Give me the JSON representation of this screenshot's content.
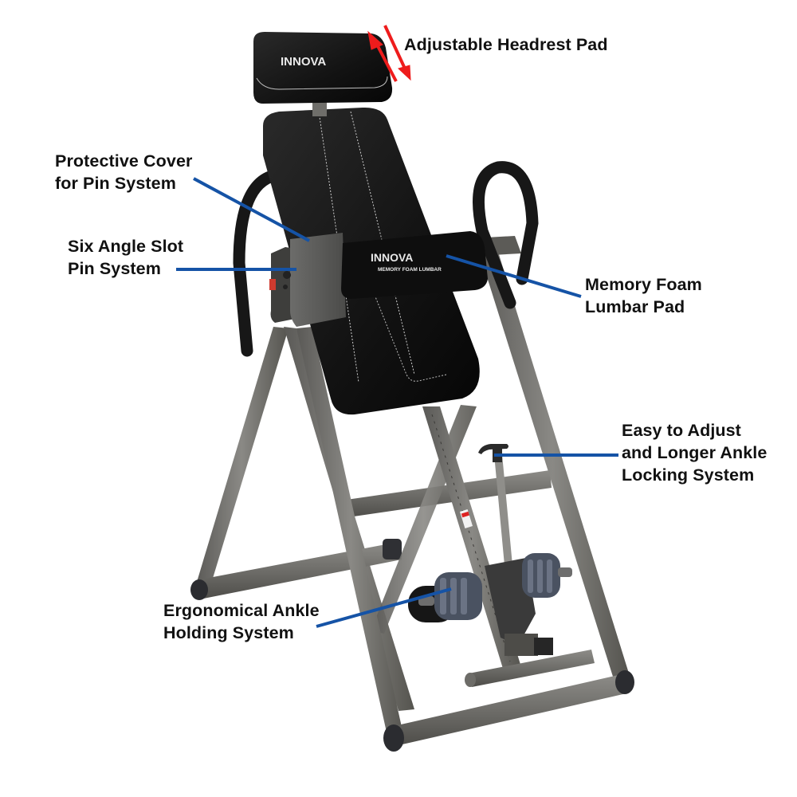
{
  "product": {
    "brand": "INNOVA",
    "lumbar_pad_text": "MEMORY FOAM LUMBAR"
  },
  "callouts": [
    {
      "id": "headrest",
      "lines": [
        "Adjustable Headrest Pad"
      ]
    },
    {
      "id": "protective-cover",
      "lines": [
        "Protective Cover",
        "for Pin System"
      ]
    },
    {
      "id": "six-angle",
      "lines": [
        "Six Angle Slot",
        "Pin System"
      ]
    },
    {
      "id": "lumbar",
      "lines": [
        "Memory Foam",
        "Lumbar Pad"
      ]
    },
    {
      "id": "ankle-lock",
      "lines": [
        "Easy to Adjust",
        "and Longer Ankle",
        "Locking System"
      ]
    },
    {
      "id": "ankle-hold",
      "lines": [
        "Ergonomical Ankle",
        "Holding System"
      ]
    }
  ],
  "colors": {
    "callout_line": "#1553a6",
    "adjust_arrow": "#ee1c1c",
    "frame": "#6b6a67",
    "pad": "#161616",
    "label_text": "#111111"
  }
}
